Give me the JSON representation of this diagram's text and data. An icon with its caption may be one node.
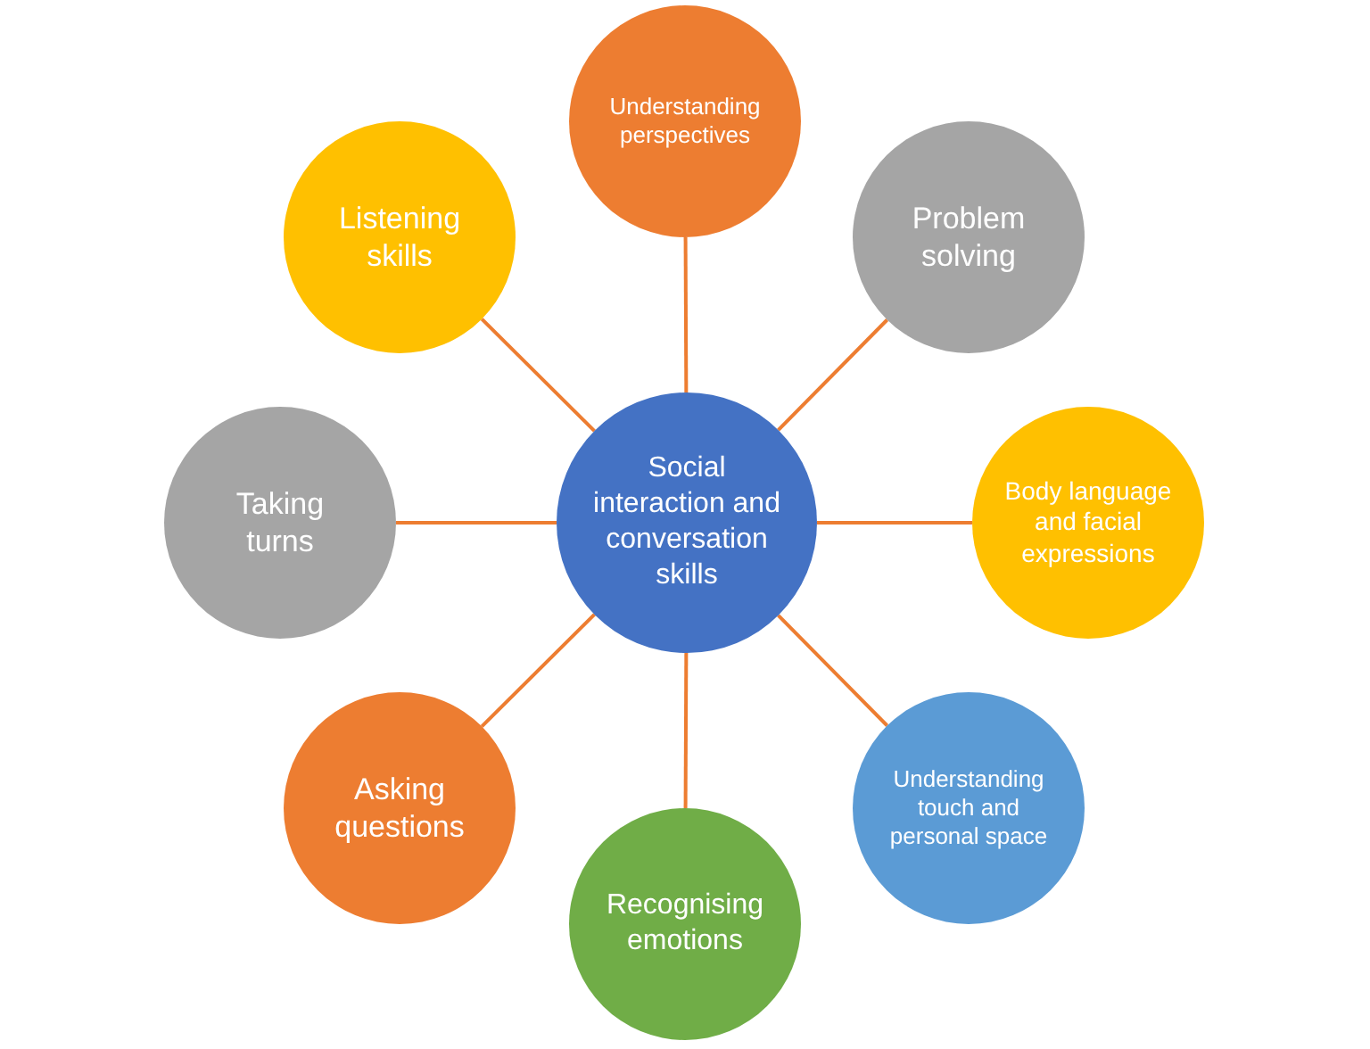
{
  "diagram": {
    "nodes": [
      {
        "text": [
          "Social interaction and conversation skills"
        ]
      },
      {
        "text": [
          "Understanding perspectives"
        ]
      },
      {
        "text": [
          "Problem solving"
        ]
      },
      {
        "text": [
          "Body language and facial expressions"
        ]
      },
      {
        "text": [
          "Understanding touch and personal space"
        ]
      },
      {
        "text": [
          "Recognising emotions"
        ]
      },
      {
        "text": [
          "Asking questions"
        ]
      },
      {
        "text": [
          "Taking turns"
        ]
      },
      {
        "text": [
          "Listening skills"
        ]
      }
    ],
    "edges": [
      {
        "from": 0,
        "to": 1,
        "arrow": "none"
      },
      {
        "from": 0,
        "to": 2,
        "arrow": "none"
      },
      {
        "from": 0,
        "to": 3,
        "arrow": "none"
      },
      {
        "from": 0,
        "to": 4,
        "arrow": "none"
      },
      {
        "from": 0,
        "to": 5,
        "arrow": "none"
      },
      {
        "from": 0,
        "to": 6,
        "arrow": "none"
      },
      {
        "from": 0,
        "to": 7,
        "arrow": "none"
      },
      {
        "from": 0,
        "to": 8,
        "arrow": "none"
      }
    ]
  }
}
